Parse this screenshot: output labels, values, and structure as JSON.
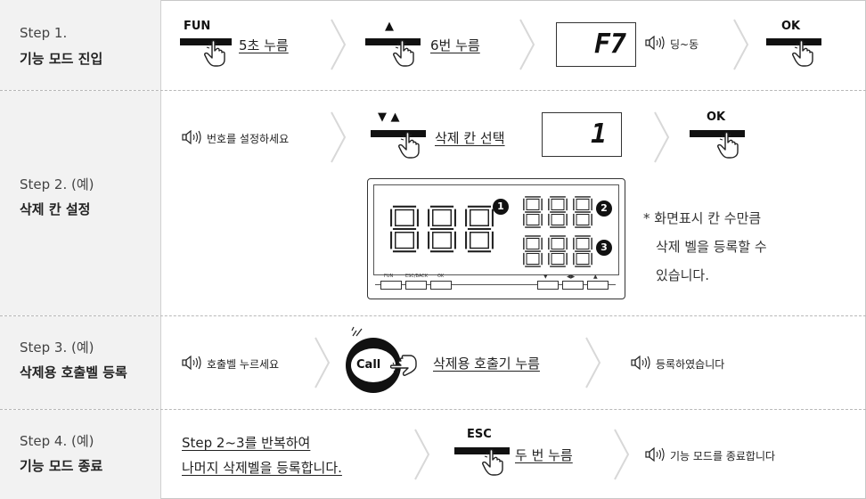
{
  "rows": [
    {
      "step": "Step 1.",
      "title": "기능 모드 진입"
    },
    {
      "step": "Step 2. (예)",
      "title": "삭제 칸 설정"
    },
    {
      "step": "Step 3. (예)",
      "title": "삭제용 호출벨 등록"
    },
    {
      "step": "Step 4. (예)",
      "title": "기능 모드 종료"
    }
  ],
  "step1": {
    "fun_key": "FUN",
    "fun_action": "5초 누름",
    "up_key": "▲",
    "up_action": "6번 누름",
    "display": "F7",
    "sound_text": "딩~동",
    "ok_key": "OK"
  },
  "step2": {
    "sound_text": "번호를 설정하세요",
    "keys": "▼ ▲",
    "action": "삭제 칸 선택",
    "display": "1",
    "ok_key": "OK",
    "panel_digits": "888",
    "panel_markers": [
      "1",
      "2",
      "3"
    ],
    "panel_button_labels": [
      "FUN",
      "ESC/BACK",
      "OK",
      "▼",
      "◀▶",
      "▲"
    ],
    "note": [
      "* 화면표시 칸 수만큼",
      "삭제 벨을 등록할 수",
      "있습니다."
    ]
  },
  "step3": {
    "sound_text": "호출벨 누르세요",
    "call_label": "Call",
    "action": "삭제용 호출기 누름",
    "result_text": "등록하였습니다"
  },
  "step4": {
    "instruction_line1": "Step 2~3를 반복하여",
    "instruction_line2": "나머지 삭제벨을 등록합니다.",
    "esc_key": "ESC",
    "action": "두 번 누름",
    "result_text": "기능 모드를 종료합니다"
  }
}
